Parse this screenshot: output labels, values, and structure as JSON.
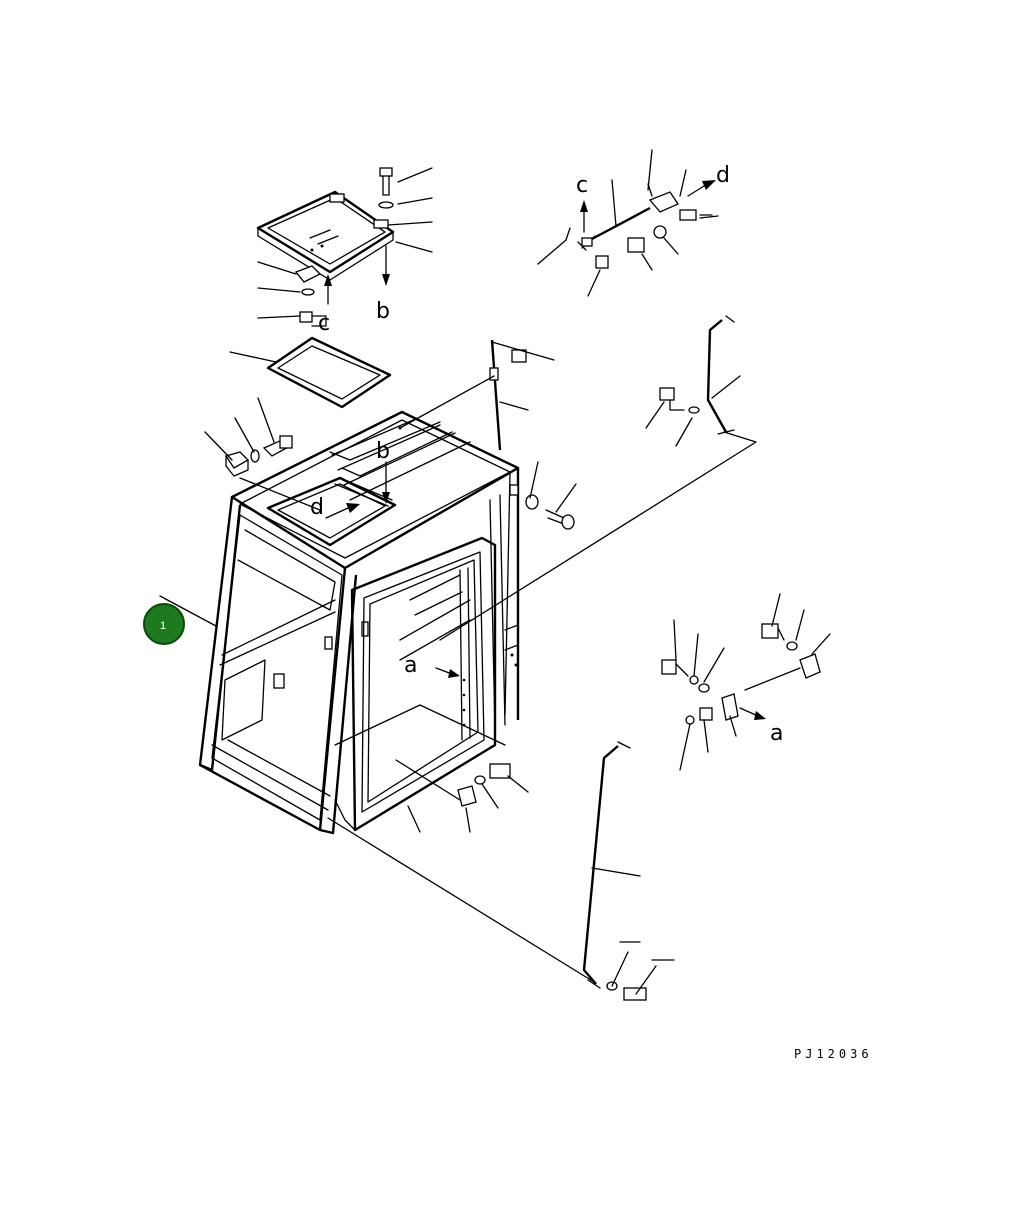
{
  "diagram": {
    "drawing_code": "PJ12036",
    "callout": {
      "number": "1",
      "color": "#1e7a1e"
    },
    "view_labels": {
      "a_main": "a",
      "a_detail": "a",
      "b_hatch": "b",
      "b_roof": "b",
      "c_hatch": "c",
      "c_detail": "c",
      "d_roof": "d",
      "d_detail": "d"
    }
  }
}
